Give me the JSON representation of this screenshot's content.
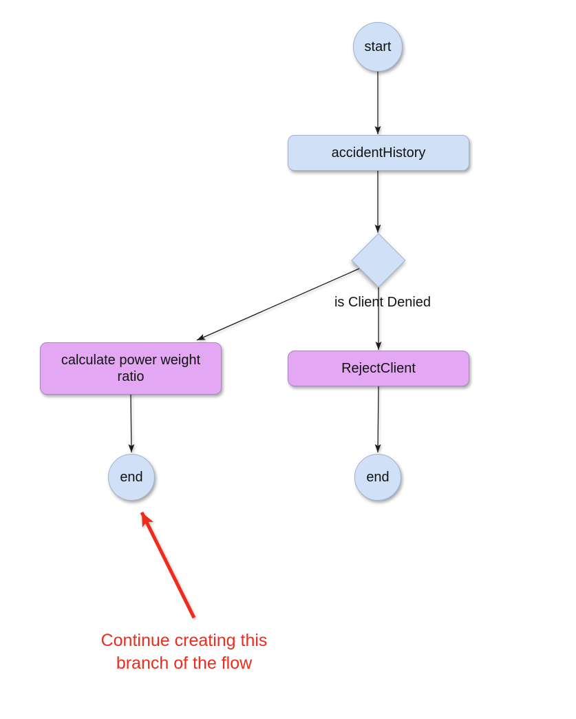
{
  "nodes": {
    "start": {
      "label": "start",
      "shape": "circle"
    },
    "accidentHistory": {
      "label": "accidentHistory",
      "shape": "rounded-rect"
    },
    "decision": {
      "label": "is Client Denied",
      "shape": "diamond"
    },
    "calculatePowerWeightRatio": {
      "label": "calculate power weight ratio",
      "shape": "rounded-rect"
    },
    "rejectClient": {
      "label": "RejectClient",
      "shape": "rounded-rect"
    },
    "endLeft": {
      "label": "end",
      "shape": "circle"
    },
    "endRight": {
      "label": "end",
      "shape": "circle"
    }
  },
  "edges": [
    {
      "from": "start",
      "to": "accidentHistory"
    },
    {
      "from": "accidentHistory",
      "to": "decision"
    },
    {
      "from": "decision",
      "to": "calculatePowerWeightRatio"
    },
    {
      "from": "decision",
      "to": "rejectClient"
    },
    {
      "from": "calculatePowerWeightRatio",
      "to": "endLeft"
    },
    {
      "from": "rejectClient",
      "to": "endRight"
    }
  ],
  "annotation": {
    "text": "Continue creating this branch of the flow",
    "points_to": "endLeft"
  },
  "colors": {
    "node_blue_fill": "#cfe0f7",
    "node_blue_border": "#9fb2cf",
    "node_purple_fill": "#e3a7f3",
    "node_purple_border": "#ab87bf",
    "connector": "#1c1c1c",
    "annotation_red": "#ee2b1c",
    "background": "#ffffff"
  }
}
